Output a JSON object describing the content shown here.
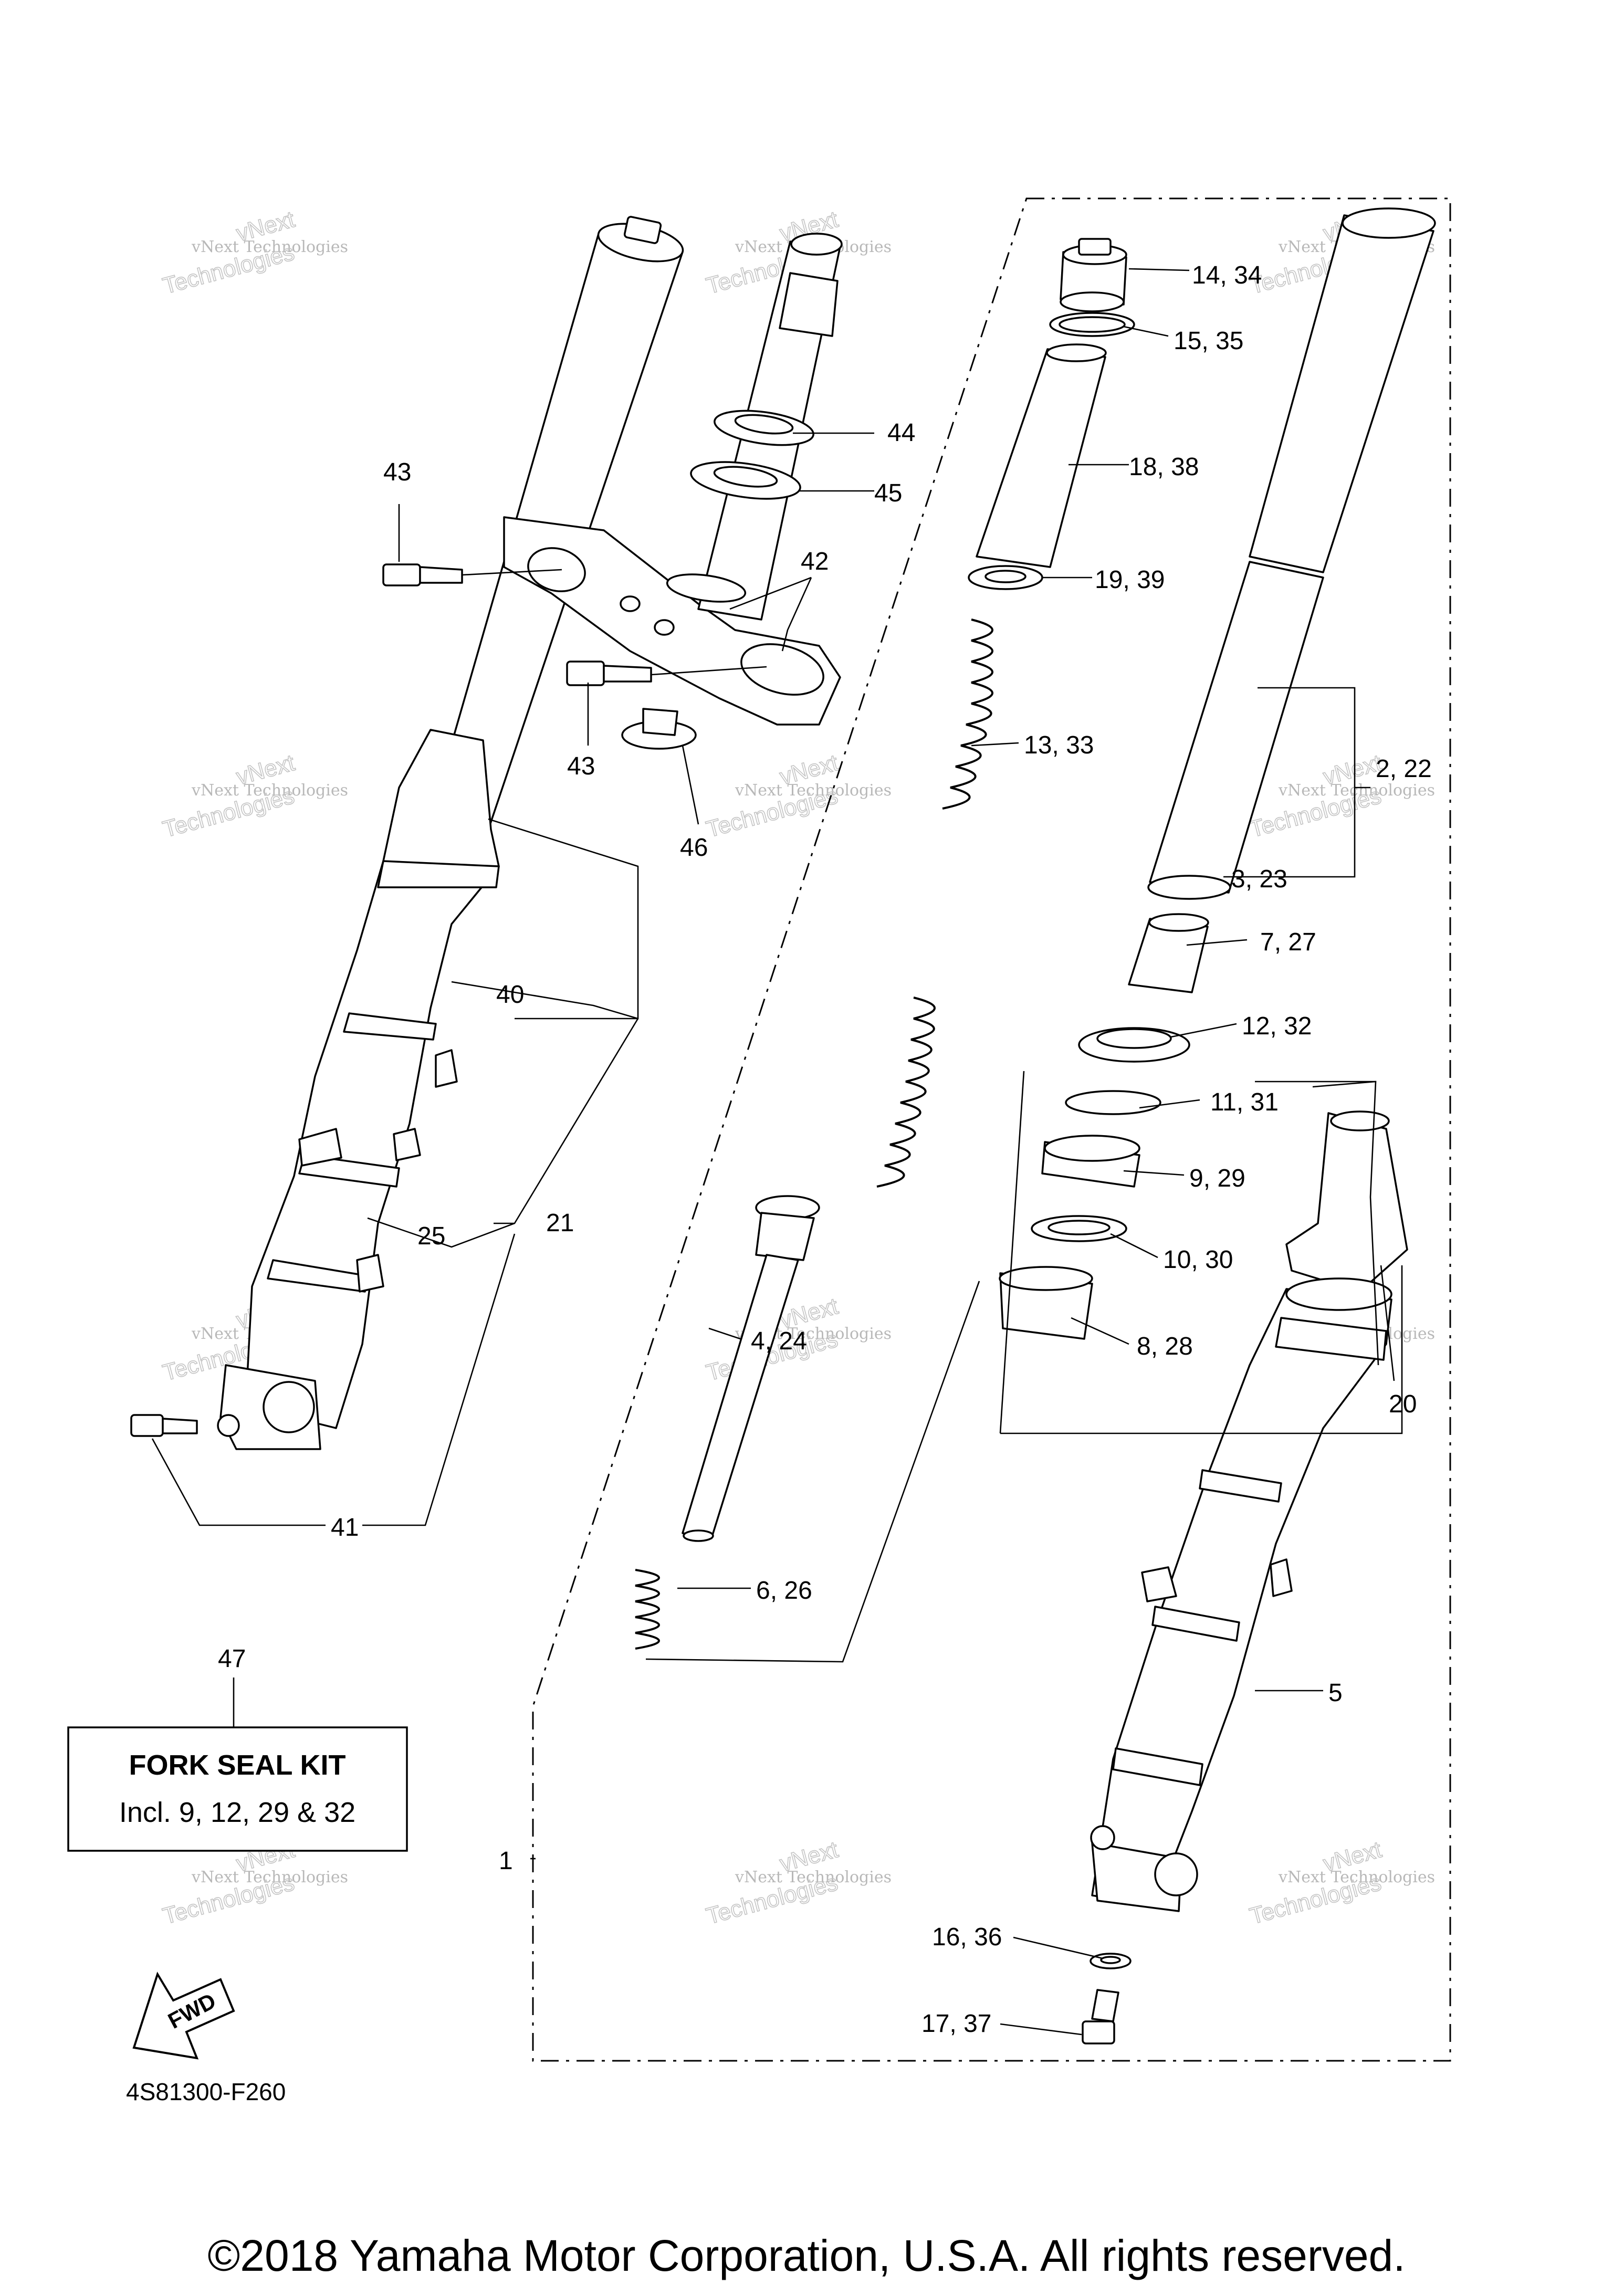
{
  "diagram_code": "4S81300-F260",
  "copyright": "©2018 Yamaha Motor Corporation, U.S.A. All rights reserved.",
  "fork_seal_kit": {
    "number": "47",
    "title": "FORK SEAL KIT",
    "subtitle": "Incl. 9, 12, 29 & 32"
  },
  "fwd_label": "FWD",
  "watermark": {
    "line1": "vNext Technologies",
    "line2a": "vNext",
    "line2b": "Technologies"
  },
  "callouts": {
    "c1": "1",
    "c2_22": "2, 22",
    "c3_23": "3, 23",
    "c4_24": "4, 24",
    "c5": "5",
    "c6_26": "6, 26",
    "c7_27": "7, 27",
    "c8_28": "8, 28",
    "c9_29": "9, 29",
    "c10_30": "10, 30",
    "c11_31": "11, 31",
    "c12_32": "12, 32",
    "c13_33": "13, 33",
    "c14_34": "14, 34",
    "c15_35": "15, 35",
    "c16_36": "16, 36",
    "c17_37": "17, 37",
    "c18_38": "18, 38",
    "c19_39": "19, 39",
    "c20": "20",
    "c21": "21",
    "c25": "25",
    "c40": "40",
    "c41": "41",
    "c42": "42",
    "c43a": "43",
    "c43b": "43",
    "c44": "44",
    "c45": "45",
    "c46": "46"
  }
}
